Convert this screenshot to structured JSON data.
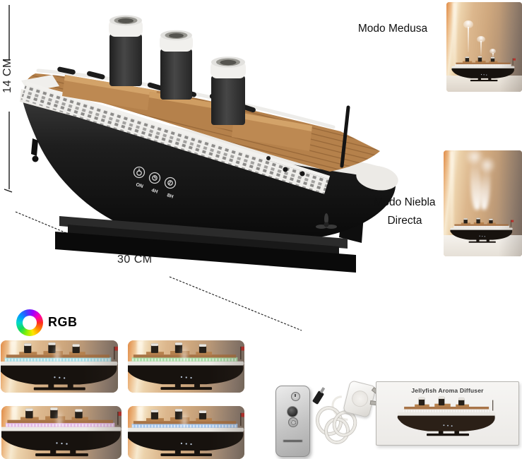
{
  "dimensions": {
    "height_label": "14 CM",
    "length_label": "30 CM"
  },
  "device": {
    "buttons": [
      {
        "label": "ON",
        "icon": "power-icon"
      },
      {
        "label": "4H",
        "icon": "timer-4h-icon"
      },
      {
        "label": "8H",
        "icon": "timer-8h-icon"
      }
    ]
  },
  "modes": [
    {
      "label": "Modo Medusa"
    },
    {
      "label_line1": "Modo Niebla",
      "label_line2": "Directa"
    }
  ],
  "rgb": {
    "label": "RGB",
    "icon": "color-wheel-icon",
    "led_colors": [
      {
        "name": "cyan",
        "hex": "#a6dde4"
      },
      {
        "name": "green",
        "hex": "#a8dca6"
      },
      {
        "name": "pink",
        "hex": "#e3b9e6"
      },
      {
        "name": "blue",
        "hex": "#a4c6ee"
      }
    ]
  },
  "packaging": {
    "box_title": "Jellyfish Aroma Diffuser"
  },
  "palette": {
    "flag_red": "#c9302c",
    "hull_black": "#17120e",
    "box_hull": "#2b2017",
    "band_white": "#eceae6",
    "deck_wood": "#b5814b"
  }
}
